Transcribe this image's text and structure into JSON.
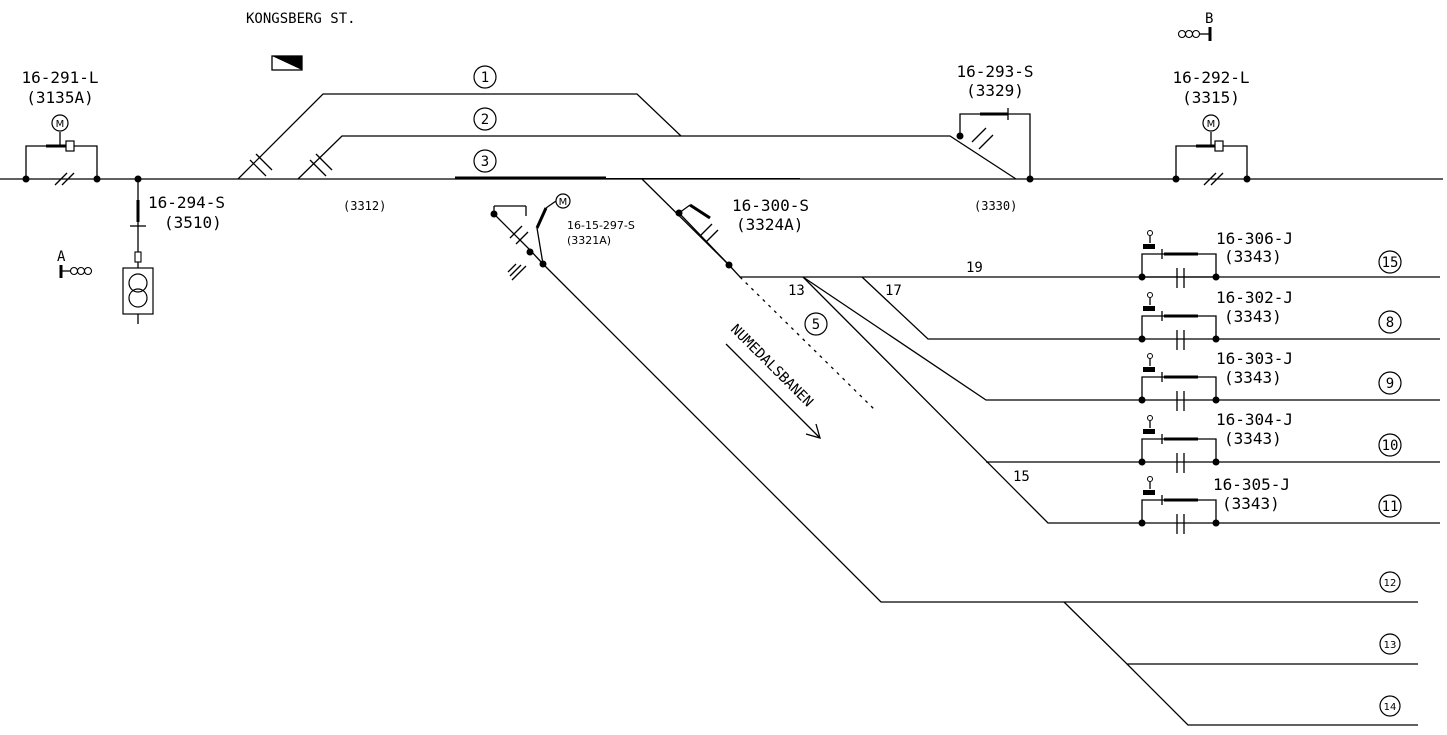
{
  "station": {
    "name": "KONGSBERG ST."
  },
  "endpoints": {
    "a": "A",
    "b": "B"
  },
  "motor_symbol": "M",
  "switches": {
    "s291": {
      "id": "16-291-L",
      "code": "(3135A)"
    },
    "s292": {
      "id": "16-292-L",
      "code": "(3315)"
    },
    "s293": {
      "id": "16-293-S",
      "code": "(3329)"
    },
    "s294": {
      "id": "16-294-S",
      "code": "(3510)"
    },
    "s297": {
      "id": "16-15-297-S",
      "code": "(3321A)"
    },
    "s300": {
      "id": "16-300-S",
      "code": "(3324A)"
    },
    "s306": {
      "id": "16-306-J",
      "code": "(3343)"
    },
    "s302": {
      "id": "16-302-J",
      "code": "(3343)"
    },
    "s303": {
      "id": "16-303-J",
      "code": "(3343)"
    },
    "s304": {
      "id": "16-304-J",
      "code": "(3343)"
    },
    "s305": {
      "id": "16-305-J",
      "code": "(3343)"
    }
  },
  "sections": {
    "s3312": "(3312)",
    "s3330": "(3330)"
  },
  "track_numbers": {
    "t1": "1",
    "t2": "2",
    "t3": "3",
    "t5": "5",
    "t15": "15",
    "t8": "8",
    "t9": "9",
    "t10": "10",
    "t11": "11",
    "t12": "12",
    "t13": "13",
    "t14": "14"
  },
  "switch_numbers": {
    "n19": "19",
    "n13": "13",
    "n17": "17",
    "n15": "15"
  },
  "line_label": "NUMEDALSBANEN"
}
